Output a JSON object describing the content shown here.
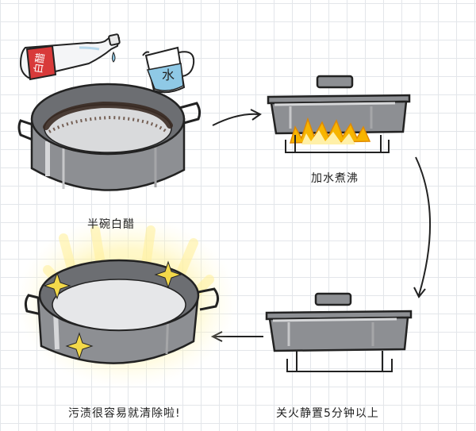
{
  "steps": {
    "step1": {
      "caption": "半碗白醋"
    },
    "step2": {
      "caption": "加水煮沸"
    },
    "step3": {
      "caption": "关火静置5分钟以上"
    },
    "step4": {
      "caption": "污渍很容易就清除啦!"
    }
  },
  "bottle": {
    "label": "白醋"
  },
  "cup": {
    "label": "水"
  },
  "colors": {
    "pot": "#8d8f93",
    "pot_dark": "#55575b",
    "outline": "#222222",
    "flame": "#f7b500",
    "sparkle": "#f3d94a",
    "stain": "#3a2a22",
    "bottle_red": "#d83a3a",
    "cup_blue": "#8fc9e6"
  },
  "icons": [
    "vinegar-bottle-icon",
    "water-cup-icon",
    "flame-icon",
    "sparkle-icon",
    "arrow-icon"
  ]
}
